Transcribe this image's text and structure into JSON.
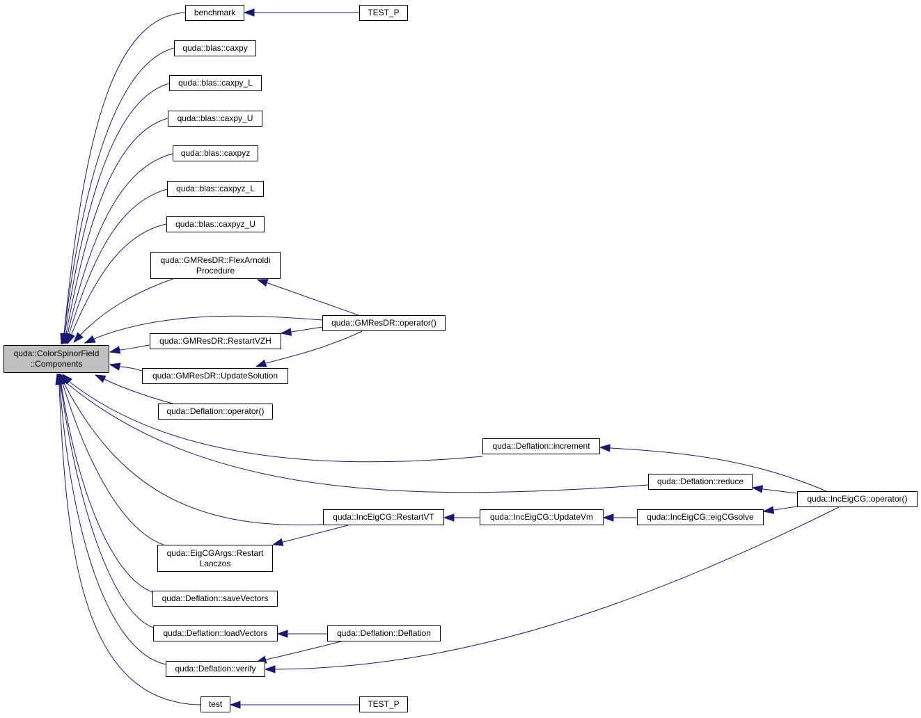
{
  "graph": {
    "edge_color": "#191970",
    "root_fill": "#bfbfbf",
    "node_fill": "#ffffff",
    "root": {
      "id": "root",
      "label": "quda::ColorSpinorField\n::Components"
    },
    "nodes": [
      {
        "id": "benchmark",
        "label": "benchmark"
      },
      {
        "id": "test_p1",
        "label": "TEST_P"
      },
      {
        "id": "caxpy",
        "label": "quda::blas::caxpy"
      },
      {
        "id": "caxpy_l",
        "label": "quda::blas::caxpy_L"
      },
      {
        "id": "caxpy_u",
        "label": "quda::blas::caxpy_U"
      },
      {
        "id": "caxpyz",
        "label": "quda::blas::caxpyz"
      },
      {
        "id": "caxpyz_l",
        "label": "quda::blas::caxpyz_L"
      },
      {
        "id": "caxpyz_u",
        "label": "quda::blas::caxpyz_U"
      },
      {
        "id": "flexarnoldi",
        "label": "quda::GMResDR::FlexArnoldi\nProcedure"
      },
      {
        "id": "gmresdr_op",
        "label": "quda::GMResDR::operator()"
      },
      {
        "id": "restartvzh",
        "label": "quda::GMResDR::RestartVZH"
      },
      {
        "id": "updatesolution",
        "label": "quda::GMResDR::UpdateSolution"
      },
      {
        "id": "deflation_op",
        "label": "quda::Deflation::operator()"
      },
      {
        "id": "increment",
        "label": "quda::Deflation::increment"
      },
      {
        "id": "reduce",
        "label": "quda::Deflation::reduce"
      },
      {
        "id": "inceigcg_op",
        "label": "quda::IncEigCG::operator()"
      },
      {
        "id": "restartvt",
        "label": "quda::IncEigCG::RestartVT"
      },
      {
        "id": "updatevm",
        "label": "quda::IncEigCG::UpdateVm"
      },
      {
        "id": "eigcgsolve",
        "label": "quda::IncEigCG::eigCGsolve"
      },
      {
        "id": "restartlanczos",
        "label": "quda::EigCGArgs::Restart\nLanczos"
      },
      {
        "id": "savevectors",
        "label": "quda::Deflation::saveVectors"
      },
      {
        "id": "loadvectors",
        "label": "quda::Deflation::loadVectors"
      },
      {
        "id": "deflation_ctor",
        "label": "quda::Deflation::Deflation"
      },
      {
        "id": "verify",
        "label": "quda::Deflation::verify"
      },
      {
        "id": "test",
        "label": "test"
      },
      {
        "id": "test_p2",
        "label": "TEST_P"
      }
    ],
    "edges": [
      {
        "from": "benchmark",
        "to": "root"
      },
      {
        "from": "caxpy",
        "to": "root"
      },
      {
        "from": "caxpy_l",
        "to": "root"
      },
      {
        "from": "caxpy_u",
        "to": "root"
      },
      {
        "from": "caxpyz",
        "to": "root"
      },
      {
        "from": "caxpyz_l",
        "to": "root"
      },
      {
        "from": "caxpyz_u",
        "to": "root"
      },
      {
        "from": "flexarnoldi",
        "to": "root"
      },
      {
        "from": "gmresdr_op",
        "to": "root"
      },
      {
        "from": "restartvzh",
        "to": "root"
      },
      {
        "from": "updatesolution",
        "to": "root"
      },
      {
        "from": "deflation_op",
        "to": "root"
      },
      {
        "from": "increment",
        "to": "root"
      },
      {
        "from": "reduce",
        "to": "root"
      },
      {
        "from": "restartvt",
        "to": "root"
      },
      {
        "from": "restartlanczos",
        "to": "root"
      },
      {
        "from": "savevectors",
        "to": "root"
      },
      {
        "from": "loadvectors",
        "to": "root"
      },
      {
        "from": "verify",
        "to": "root"
      },
      {
        "from": "test",
        "to": "root"
      },
      {
        "from": "test_p1",
        "to": "benchmark"
      },
      {
        "from": "gmresdr_op",
        "to": "flexarnoldi"
      },
      {
        "from": "gmresdr_op",
        "to": "restartvzh"
      },
      {
        "from": "gmresdr_op",
        "to": "updatesolution"
      },
      {
        "from": "inceigcg_op",
        "to": "increment"
      },
      {
        "from": "inceigcg_op",
        "to": "reduce"
      },
      {
        "from": "inceigcg_op",
        "to": "eigcgsolve"
      },
      {
        "from": "inceigcg_op",
        "to": "verify"
      },
      {
        "from": "updatevm",
        "to": "restartvt"
      },
      {
        "from": "eigcgsolve",
        "to": "updatevm"
      },
      {
        "from": "restartvt",
        "to": "restartlanczos"
      },
      {
        "from": "deflation_ctor",
        "to": "loadvectors"
      },
      {
        "from": "deflation_ctor",
        "to": "verify"
      },
      {
        "from": "test_p2",
        "to": "test"
      }
    ]
  }
}
